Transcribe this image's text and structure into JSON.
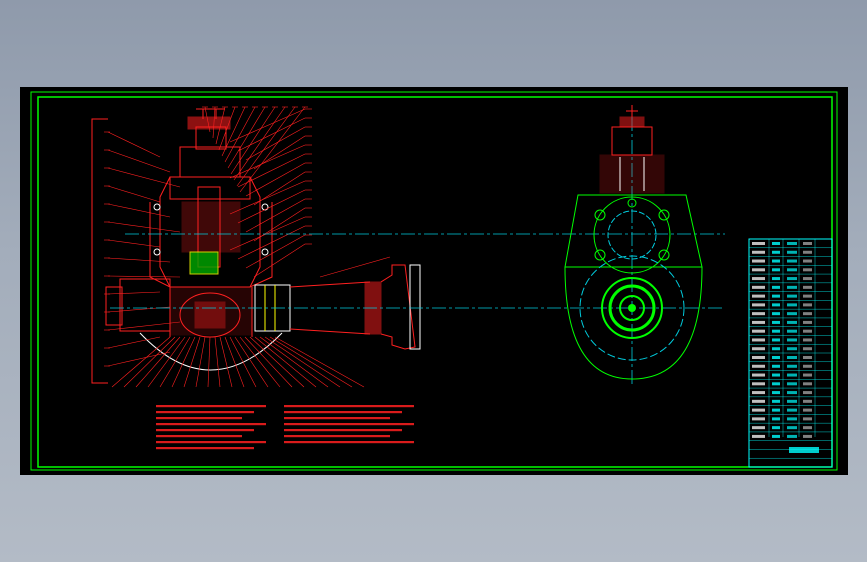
{
  "colors": {
    "background": "#000000",
    "outer_backdrop": "#a0aab8",
    "frame": "#00ff00",
    "section_view": "#ff2020",
    "side_view": "#00ff00",
    "centerline": "#00ccdd",
    "hatch": "#ff4040",
    "title_block": "#00ffff",
    "gear_fill": "#00aa00",
    "accent_yellow": "#ffff00",
    "accent_white": "#ffffff"
  },
  "drawing": {
    "sections": [
      "section-view",
      "side-view",
      "title-block",
      "technical-notes"
    ],
    "title_block": {
      "rows": 26
    }
  }
}
